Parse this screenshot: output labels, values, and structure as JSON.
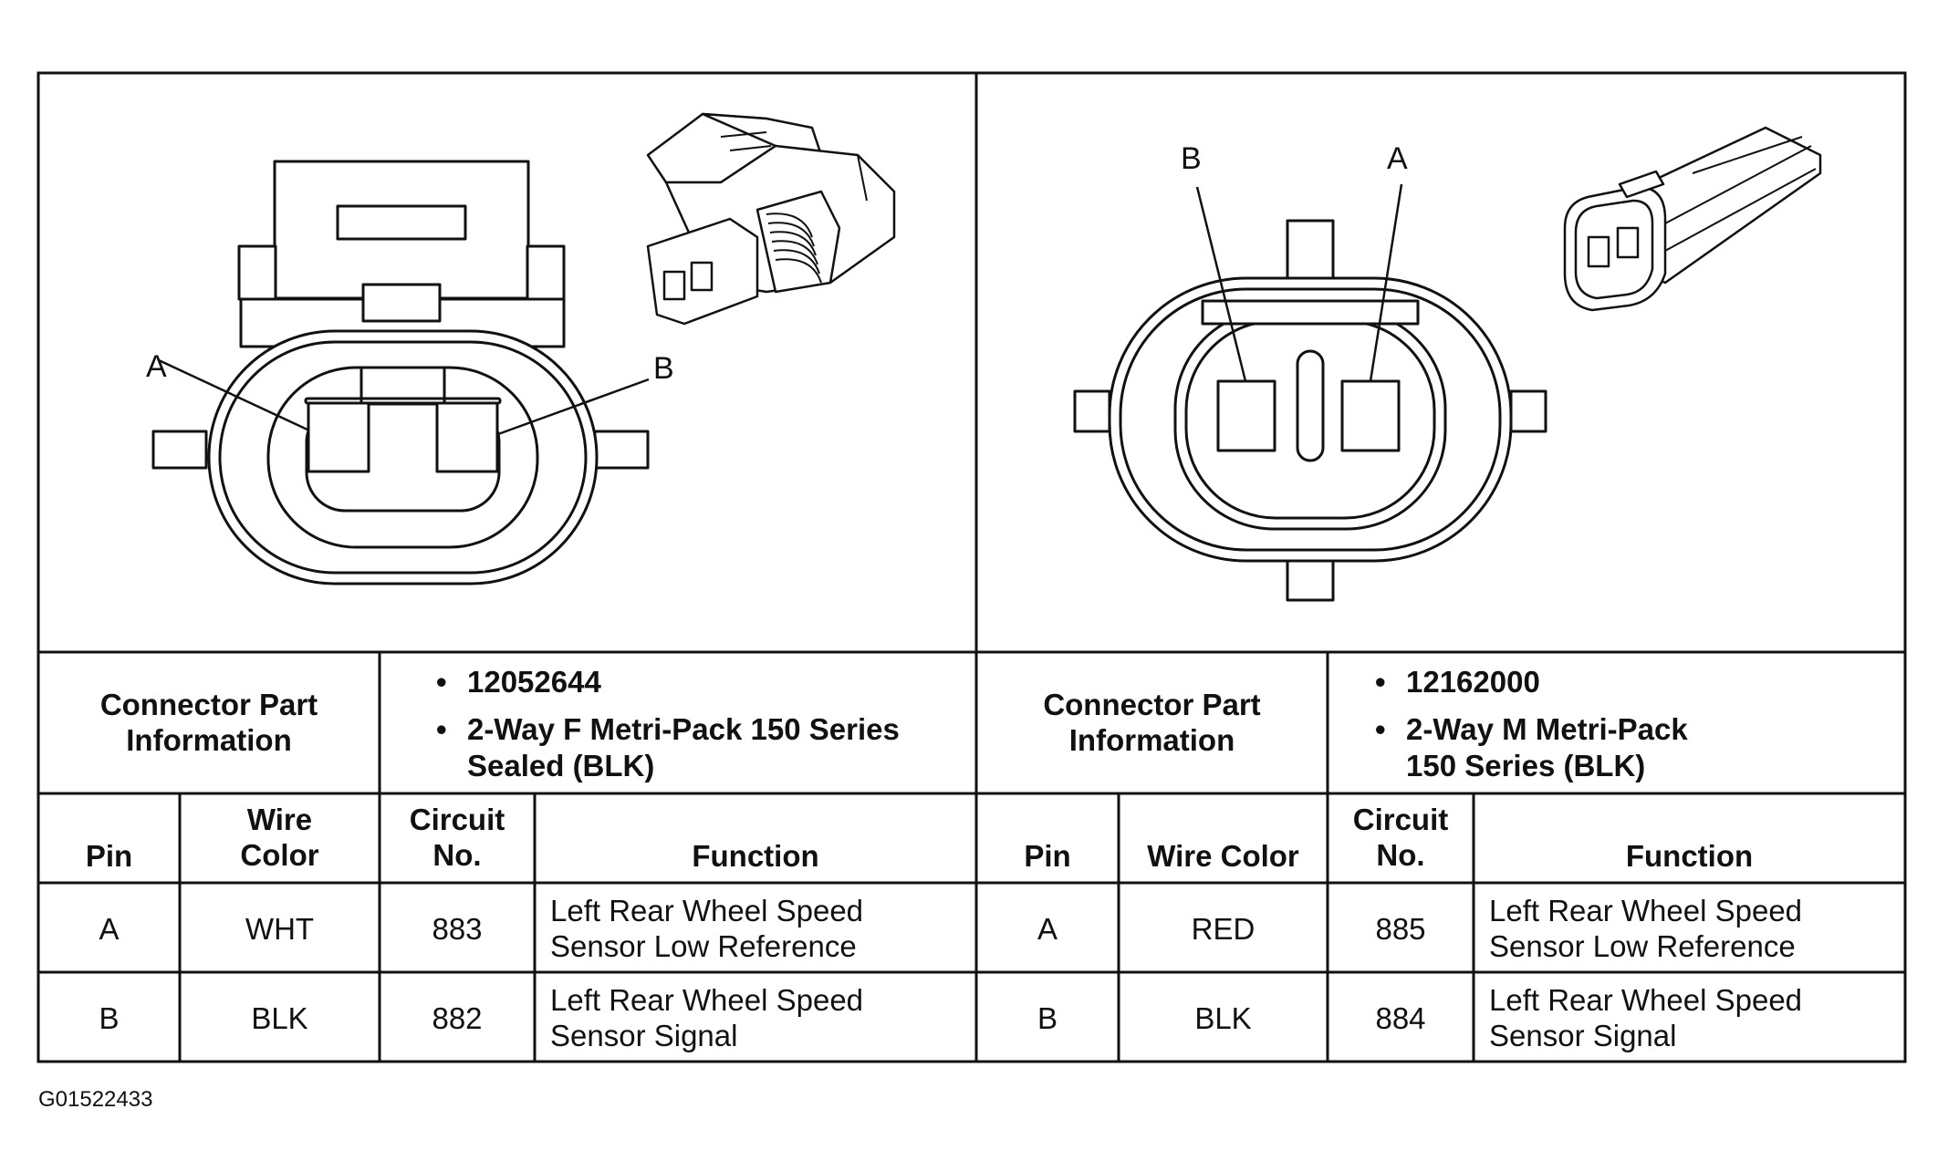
{
  "figure_id": "G01522433",
  "left": {
    "diagram": {
      "label_a": "A",
      "label_b": "B"
    },
    "part_info_label_line1": "Connector Part",
    "part_info_label_line2": "Information",
    "part_number": "12052644",
    "description_line1": "2-Way F Metri-Pack 150 Series",
    "description_line2": "Sealed (BLK)",
    "bullet": "•",
    "headers": {
      "pin": "Pin",
      "wire_color_line1": "Wire",
      "wire_color_line2": "Color",
      "circuit_line1": "Circuit",
      "circuit_line2": "No.",
      "function": "Function"
    },
    "rows": [
      {
        "pin": "A",
        "wire_color": "WHT",
        "circuit": "883",
        "function_line1": "Left Rear Wheel Speed",
        "function_line2": "Sensor Low Reference"
      },
      {
        "pin": "B",
        "wire_color": "BLK",
        "circuit": "882",
        "function_line1": "Left Rear Wheel Speed",
        "function_line2": "Sensor Signal"
      }
    ]
  },
  "right": {
    "diagram": {
      "label_a": "A",
      "label_b": "B"
    },
    "part_info_label_line1": "Connector Part",
    "part_info_label_line2": "Information",
    "part_number": "12162000",
    "description_line1": "2-Way M Metri-Pack",
    "description_line2": "150 Series (BLK)",
    "bullet": "•",
    "headers": {
      "pin": "Pin",
      "wire_color": "Wire Color",
      "circuit_line1": "Circuit",
      "circuit_line2": "No.",
      "function": "Function"
    },
    "rows": [
      {
        "pin": "A",
        "wire_color": "RED",
        "circuit": "885",
        "function_line1": "Left Rear Wheel Speed",
        "function_line2": "Sensor Low Reference"
      },
      {
        "pin": "B",
        "wire_color": "BLK",
        "circuit": "884",
        "function_line1": "Left Rear Wheel Speed",
        "function_line2": "Sensor Signal"
      }
    ]
  }
}
